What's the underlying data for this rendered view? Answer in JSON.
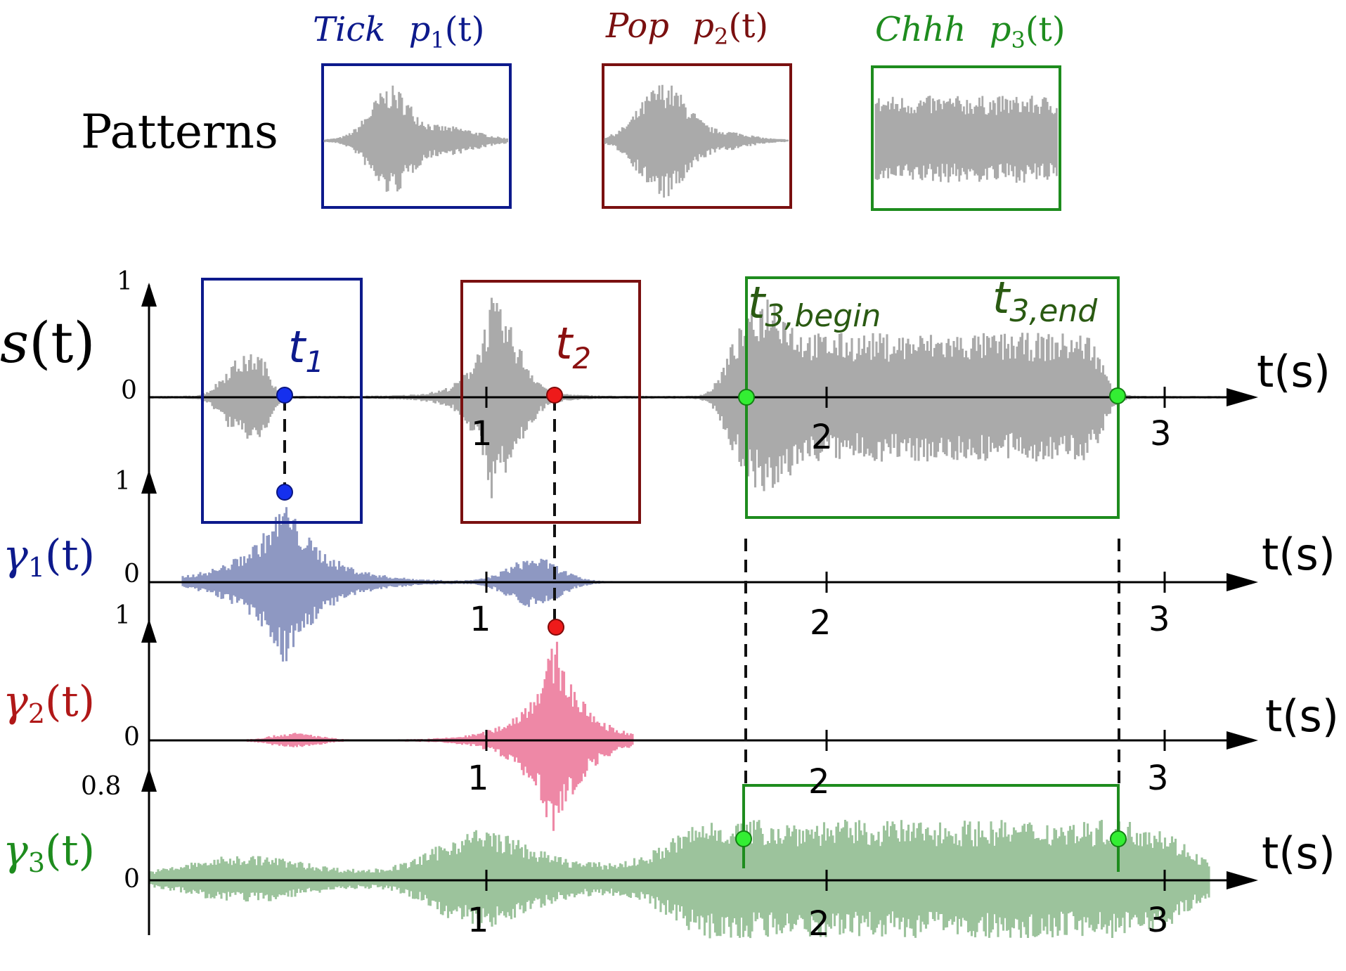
{
  "patterns": {
    "heading": "Patterns",
    "items": [
      {
        "label": "Tick",
        "math": "p",
        "sub": "1",
        "arg": "(t)",
        "color": "#0d1a8c"
      },
      {
        "label": "Pop",
        "math": "p",
        "sub": "2",
        "arg": "(t)",
        "color": "#7a1010"
      },
      {
        "label": "Chhh",
        "math": "p",
        "sub": "3",
        "arg": "(t)",
        "color": "#1e8c1e"
      }
    ]
  },
  "rows": [
    {
      "name": "s",
      "sym": "s",
      "sub": "",
      "arg": "(t)",
      "color": "#000000",
      "ytop": "1",
      "yzero": "0",
      "xunit": "t(s)"
    },
    {
      "name": "gamma1",
      "sym": "γ",
      "sub": "1",
      "arg": "(t)",
      "color": "#0d1a8c",
      "ytop": "1",
      "yzero": "0",
      "xunit": "t(s)"
    },
    {
      "name": "gamma2",
      "sym": "γ",
      "sub": "2",
      "arg": "(t)",
      "color": "#b01818",
      "ytop": "1",
      "yzero": "0",
      "xunit": "t(s)"
    },
    {
      "name": "gamma3",
      "sym": "γ",
      "sub": "3",
      "arg": "(t)",
      "color": "#1e8c1e",
      "ytop": "0.8",
      "yzero": "0",
      "xunit": "t(s)"
    }
  ],
  "ticks": [
    "1",
    "2",
    "3"
  ],
  "markers": {
    "t1": {
      "main": "t",
      "sub": "1",
      "color": "#0d1a8c"
    },
    "t2": {
      "main": "t",
      "sub": "2",
      "color": "#8a1010"
    },
    "t3b": {
      "main": "t",
      "sub": "3,begin",
      "color": "#2a5a12"
    },
    "t3e": {
      "main": "t",
      "sub": "3,end",
      "color": "#2a5a12"
    }
  },
  "colors": {
    "signal": "#aaaaaa",
    "gamma1_fill": "#8e98c2",
    "gamma2_fill": "#ee88a6",
    "gamma3_fill": "#9cc39c",
    "box_blue": "#0d1a8c",
    "box_red": "#7a1010",
    "box_green": "#1e8c1e",
    "dot_blue": "#1530ee",
    "dot_red": "#ee1a1a",
    "dot_green": "#33ee33"
  }
}
